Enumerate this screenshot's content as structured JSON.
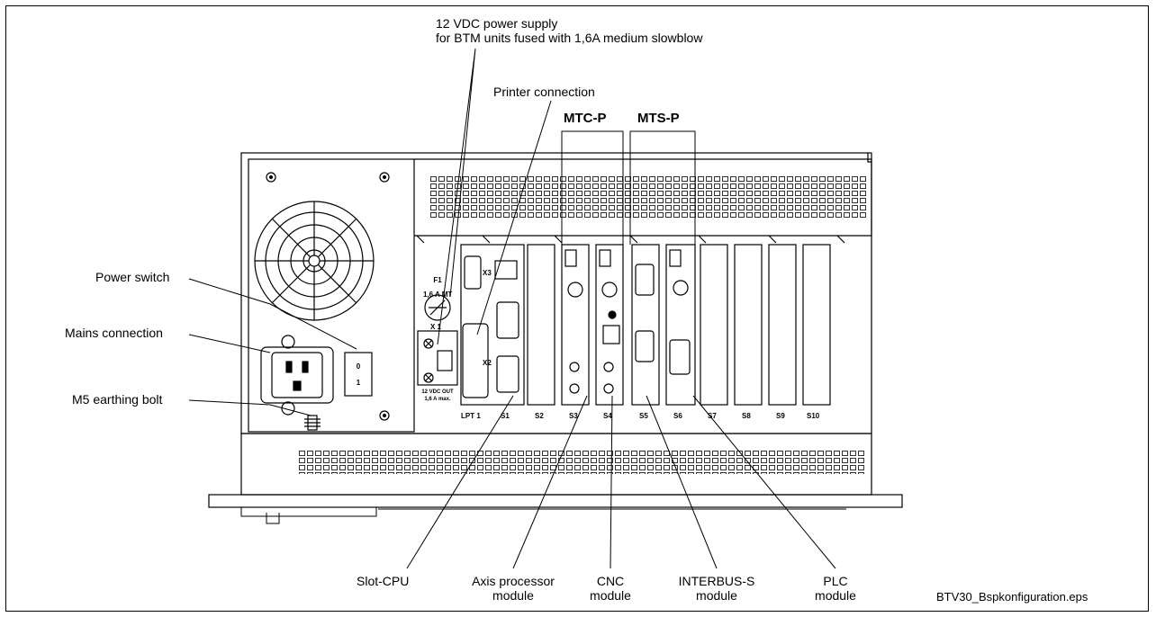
{
  "top_callout": {
    "line1": "12 VDC power supply",
    "line2": "for BTM units fused with 1,6A medium slowblow"
  },
  "printer_connection": "Printer connection",
  "groups": {
    "mtc": "MTC-P",
    "mts": "MTS-P"
  },
  "left_labels": {
    "power_switch": "Power switch",
    "mains_connection": "Mains connection",
    "earthing_bolt": "M5 earthing bolt"
  },
  "bottom_labels": {
    "slot_cpu": "Slot-CPU",
    "axis_l1": "Axis processor",
    "axis_l2": "module",
    "cnc_l1": "CNC",
    "cnc_l2": "module",
    "ib_l1": "INTERBUS-S",
    "ib_l2": "module",
    "plc_l1": "PLC",
    "plc_l2": "module"
  },
  "filename": "BTV30_Bspkonfiguration.eps",
  "device_markings": {
    "fuse_l1": "F1",
    "fuse_l2": "1,6 A MT",
    "terminal": "X 1",
    "vdc_l1": "12 VDC OUT",
    "vdc_l2": "1,6 A max.",
    "x3": "X3",
    "x2": "X2",
    "switch_0": "0",
    "switch_1": "1"
  },
  "slots": [
    "LPT 1",
    "S1",
    "S2",
    "S3",
    "S4",
    "S5",
    "S6",
    "S7",
    "S8",
    "S9",
    "S10"
  ]
}
